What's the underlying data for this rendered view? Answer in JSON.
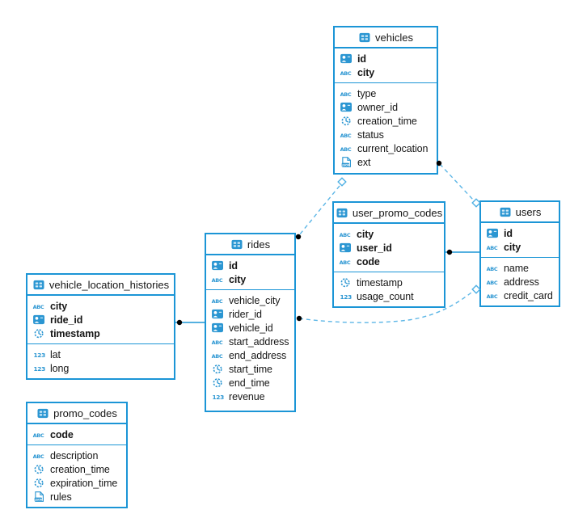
{
  "colors": {
    "table_border": "#1b95d6",
    "solid_relation": "#1b95d6",
    "dashed_relation": "#5cb6e6",
    "marker_dot": "#000000",
    "icon_blue": "#2b96d2",
    "text": "#161616",
    "background": "#ffffff"
  },
  "tables": [
    {
      "name": "vehicles",
      "pk": [
        {
          "name": "id",
          "icon": "uuid-icon"
        },
        {
          "name": "city",
          "icon": "text-icon"
        }
      ],
      "cols": [
        {
          "name": "type",
          "icon": "text-icon"
        },
        {
          "name": "owner_id",
          "icon": "uuid-icon"
        },
        {
          "name": "creation_time",
          "icon": "time-icon"
        },
        {
          "name": "status",
          "icon": "text-icon"
        },
        {
          "name": "current_location",
          "icon": "text-icon"
        },
        {
          "name": "ext",
          "icon": "json-icon"
        }
      ]
    },
    {
      "name": "user_promo_codes",
      "pk": [
        {
          "name": "city",
          "icon": "text-icon"
        },
        {
          "name": "user_id",
          "icon": "uuid-icon"
        },
        {
          "name": "code",
          "icon": "text-icon"
        }
      ],
      "cols": [
        {
          "name": "timestamp",
          "icon": "time-icon"
        },
        {
          "name": "usage_count",
          "icon": "number-icon"
        }
      ]
    },
    {
      "name": "users",
      "pk": [
        {
          "name": "id",
          "icon": "uuid-icon"
        },
        {
          "name": "city",
          "icon": "text-icon"
        }
      ],
      "cols": [
        {
          "name": "name",
          "icon": "text-icon"
        },
        {
          "name": "address",
          "icon": "text-icon"
        },
        {
          "name": "credit_card",
          "icon": "text-icon"
        }
      ]
    },
    {
      "name": "rides",
      "pk": [
        {
          "name": "id",
          "icon": "uuid-icon"
        },
        {
          "name": "city",
          "icon": "text-icon"
        }
      ],
      "cols": [
        {
          "name": "vehicle_city",
          "icon": "text-icon"
        },
        {
          "name": "rider_id",
          "icon": "uuid-icon"
        },
        {
          "name": "vehicle_id",
          "icon": "uuid-icon"
        },
        {
          "name": "start_address",
          "icon": "text-icon"
        },
        {
          "name": "end_address",
          "icon": "text-icon"
        },
        {
          "name": "start_time",
          "icon": "time-icon"
        },
        {
          "name": "end_time",
          "icon": "time-icon"
        },
        {
          "name": "revenue",
          "icon": "number-icon"
        }
      ]
    },
    {
      "name": "vehicle_location_histories",
      "pk": [
        {
          "name": "city",
          "icon": "text-icon"
        },
        {
          "name": "ride_id",
          "icon": "uuid-icon"
        },
        {
          "name": "timestamp",
          "icon": "time-icon"
        }
      ],
      "cols": [
        {
          "name": "lat",
          "icon": "number-icon"
        },
        {
          "name": "long",
          "icon": "number-icon"
        }
      ]
    },
    {
      "name": "promo_codes",
      "pk": [
        {
          "name": "code",
          "icon": "text-icon"
        }
      ],
      "cols": [
        {
          "name": "description",
          "icon": "text-icon"
        },
        {
          "name": "creation_time",
          "icon": "time-icon"
        },
        {
          "name": "expiration_time",
          "icon": "time-icon"
        },
        {
          "name": "rules",
          "icon": "json-icon"
        }
      ]
    }
  ],
  "relations": [
    {
      "from": "vehicle_location_histories",
      "to": "rides",
      "line": "solid",
      "from_marker": "dot",
      "to_marker": "none"
    },
    {
      "from": "user_promo_codes",
      "to": "users",
      "line": "solid",
      "from_marker": "dot",
      "to_marker": "none"
    },
    {
      "from": "vehicles",
      "to": "users",
      "line": "dashed",
      "from_marker": "dot",
      "to_marker": "diamond"
    },
    {
      "from": "vehicles",
      "to": "rides",
      "line": "dashed",
      "from_marker": "diamond",
      "to_marker": "dot"
    },
    {
      "from": "rides",
      "to": "users",
      "line": "dashed",
      "from_marker": "dot",
      "to_marker": "diamond"
    }
  ]
}
